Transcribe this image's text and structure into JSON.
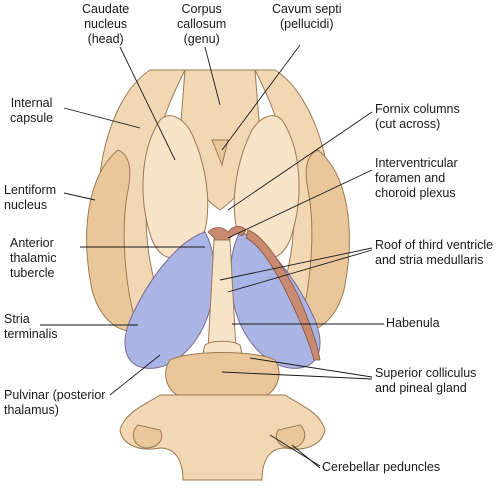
{
  "labels": {
    "caudate": "Caudate\nnucleus\n(head)",
    "corpus": "Corpus\ncallosum\n(genu)",
    "cavum": "Cavum septi\n(pellucidi)",
    "internal": "Internal\ncapsule",
    "fornix": "Fornix columns\n(cut across)",
    "lentiform": "Lentiform\nnucleus",
    "interventricular": "Interventricular\nforamen and\nchoroid plexus",
    "anterior": "Anterior\nthalamic\ntubercle",
    "roof": "Roof of third ventricle\nand stria medullaris",
    "stria": "Stria\nterminalis",
    "habenula": "Habenula",
    "pulvinar": "Pulvinar (posterior\nthalamus)",
    "superior": "Superior colliculus\nand pineal gland",
    "cerebellar": "Cerebellar peduncles"
  },
  "colors": {
    "tissue_light": "#f1d7b3",
    "tissue_mid": "#e9c79b",
    "thalamus": "#aab5e6",
    "choroid_plexus": "#c98a72"
  }
}
